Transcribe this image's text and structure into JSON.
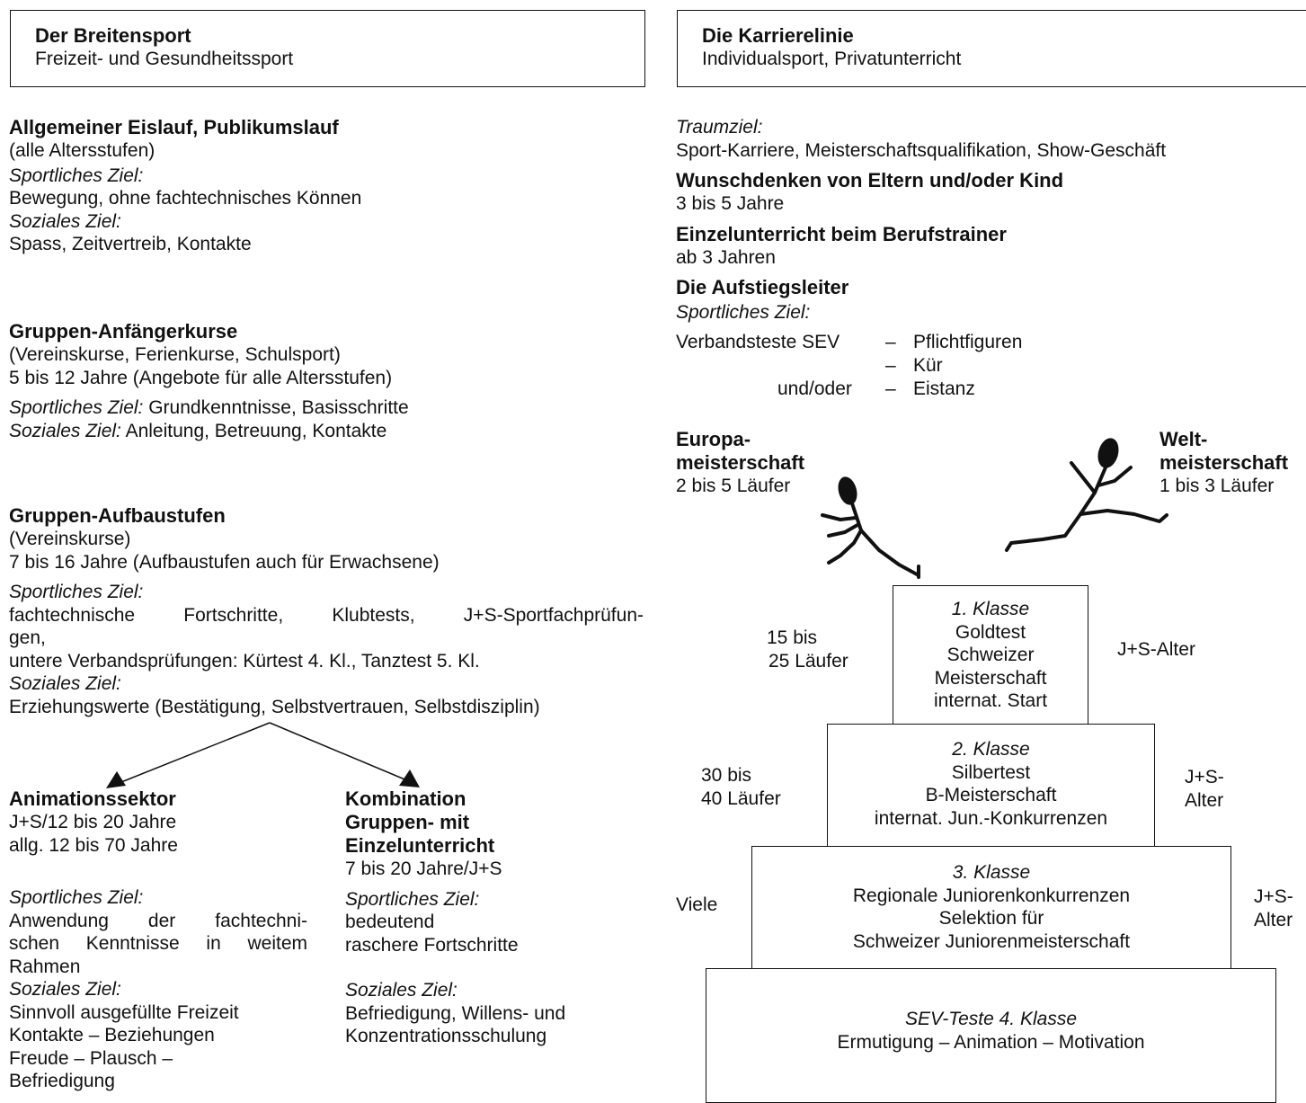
{
  "left_box": {
    "title": "Der Breitensport",
    "subtitle": "Freizeit- und Gesundheitssport"
  },
  "right_box": {
    "title": "Die Karrierelinie",
    "subtitle": "Individualsport, Privatunterricht"
  },
  "s1": {
    "title": "Allgemeiner Eislauf, Publikumslauf",
    "age": "(alle Altersstufen)",
    "sport_label": "Sportliches Ziel:",
    "sport_text": "Bewegung, ohne fachtechnisches Können",
    "social_label": "Soziales Ziel:",
    "social_text": "Spass, Zeitvertreib, Kontakte"
  },
  "s2": {
    "title": "Gruppen-Anfängerkurse",
    "line1": "(Vereinskurse, Ferienkurse, Schulsport)",
    "line2": "5 bis 12 Jahre (Angebote für alle Altersstufen)",
    "sport_label": "Sportliches Ziel:",
    "sport_text": " Grundkenntnisse, Basisschritte",
    "social_label": "Soziales Ziel:",
    "social_text": " Anleitung, Betreuung, Kontakte"
  },
  "s3": {
    "title": "Gruppen-Aufbaustufen",
    "line1": "(Vereinskurse)",
    "line2": "7 bis 16 Jahre (Aufbaustufen auch für Erwachsene)",
    "sport_label": "Sportliches Ziel:",
    "sport_l1": "fachtechnische Fortschritte, Klubtests, J+S-Sportfachprüfun-",
    "sport_l2": "gen,",
    "sport_l3": "untere Verbandsprüfungen: Kürtest 4. Kl., Tanztest 5. Kl.",
    "social_label": "Soziales Ziel:",
    "social_text": "Erziehungswerte (Bestätigung, Selbstvertrauen, Selbstdisziplin)"
  },
  "s4": {
    "title": "Animationssektor",
    "line1": "J+S/12 bis 20 Jahre",
    "line2": "allg. 12 bis 70 Jahre",
    "sport_label": "Sportliches Ziel:",
    "sport_l1": "Anwendung der fachtechni-",
    "sport_l2": "schen Kenntnisse in weitem",
    "sport_l3": "Rahmen",
    "social_label": "Soziales Ziel:",
    "social_l1": "Sinnvoll ausgefüllte Freizeit",
    "social_l2": "Kontakte – Beziehungen",
    "social_l3": "Freude – Plausch –",
    "social_l4": "Befriedigung"
  },
  "s5": {
    "title1": "Kombination",
    "title2": "Gruppen- mit",
    "title3": "Einzelunterricht",
    "line1": "7 bis 20 Jahre/J+S",
    "sport_label": "Sportliches Ziel:",
    "sport_l1": "bedeutend",
    "sport_l2": "raschere Fortschritte",
    "social_label": "Soziales Ziel:",
    "social_l1": "Befriedigung, Willens- und",
    "social_l2": "Konzentrationsschulung"
  },
  "r": {
    "traum_label": "Traumziel:",
    "traum_text": "Sport-Karriere, Meisterschaftsqualifikation, Show-Geschäft",
    "wunsch_title": "Wunschdenken von Eltern und/oder Kind",
    "wunsch_text": "3 bis 5 Jahre",
    "einzel_title": "Einzelunterricht beim Berufstrainer",
    "einzel_text": "ab 3 Jahren",
    "leiter_title": "Die Aufstiegsleiter",
    "sport_label": "Sportliches Ziel:",
    "verband": "Verbandsteste SEV",
    "dash": "–",
    "pflicht": "Pflichtfiguren",
    "kuer": "Kür",
    "undoder": "und/oder",
    "eistanz": "Eistanz"
  },
  "em": {
    "l1": "Europa-",
    "l2": "meisterschaft",
    "l3": "2 bis 5 Läufer"
  },
  "wm": {
    "l1": "Welt-",
    "l2": "meisterschaft",
    "l3": "1 bis 3 Läufer"
  },
  "tiers": {
    "t1": {
      "title": "1. Klasse",
      "l1": "Goldtest",
      "l2": "Schweizer",
      "l3": "Meisterschaft",
      "l4": "internat. Start",
      "left1": "15 bis",
      "left2": "25 Läufer",
      "right1": "J+S-Alter"
    },
    "t2": {
      "title": "2. Klasse",
      "l1": "Silbertest",
      "l2": "B-Meisterschaft",
      "l3": "internat. Jun.-Konkurrenzen",
      "left1": "30 bis",
      "left2": "40 Läufer",
      "right1": "J+S-",
      "right2": "Alter"
    },
    "t3": {
      "title": "3. Klasse",
      "l1": "Regionale Juniorenkonkurrenzen",
      "l2": "Selektion für",
      "l3": "Schweizer Juniorenmeisterschaft",
      "left1": "Viele",
      "right1": "J+S-",
      "right2": "Alter"
    },
    "t4": {
      "title": "SEV-Teste 4. Klasse",
      "l1": "Ermutigung – Animation – Motivation"
    }
  }
}
